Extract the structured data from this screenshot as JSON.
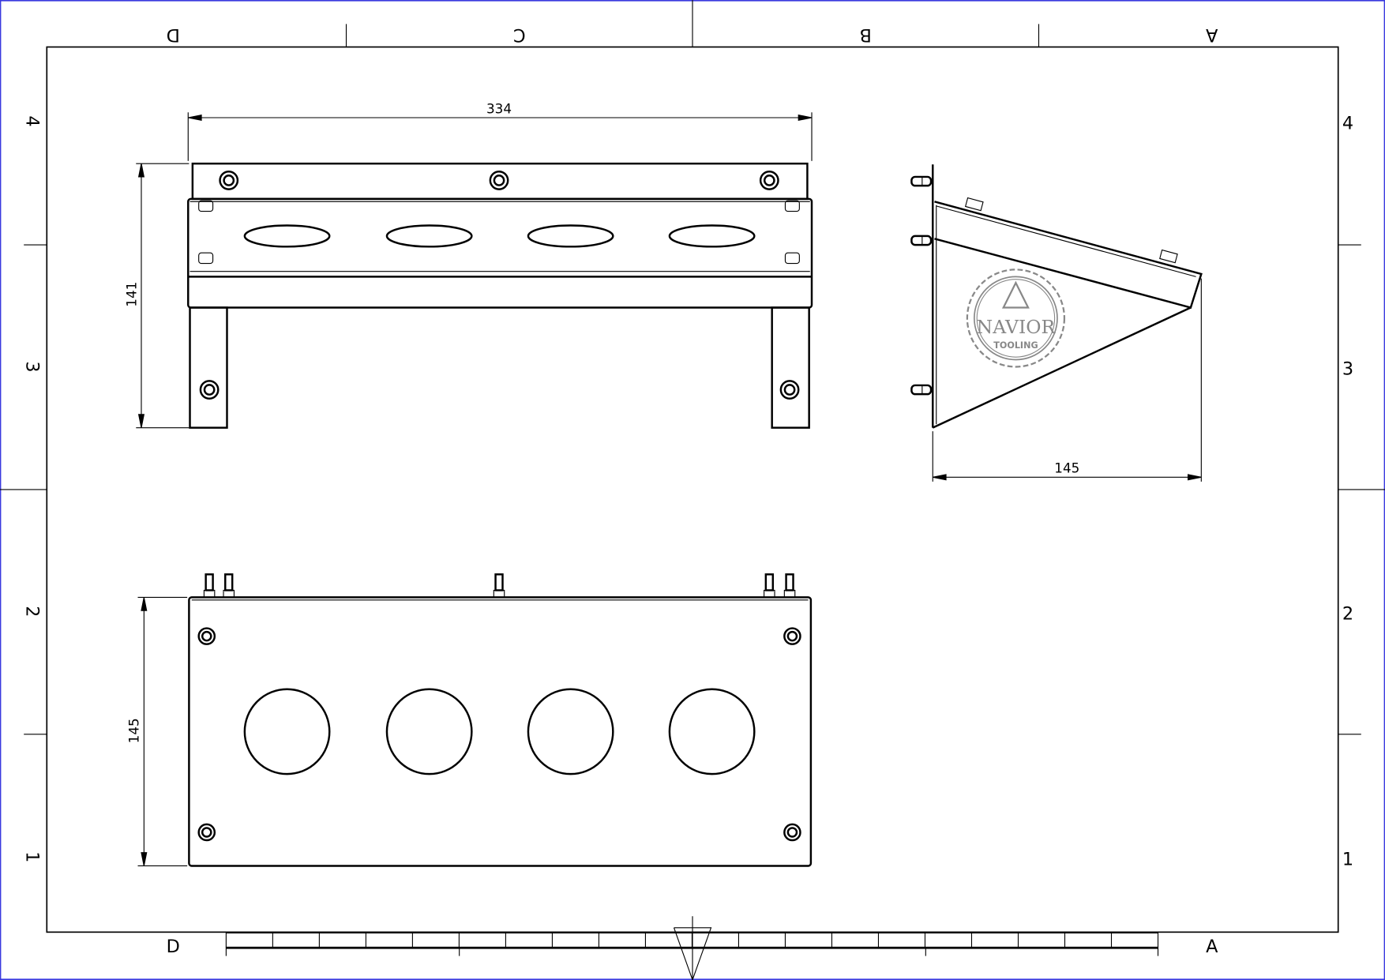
{
  "frame": {
    "border_color": "#3a3adf",
    "zones_top": [
      "D",
      "C",
      "B",
      "A"
    ],
    "zones_side": [
      "4",
      "3",
      "2",
      "1"
    ],
    "scale_left_label": "D",
    "scale_right_label": "A"
  },
  "front_view": {
    "width_dim": "334",
    "height_dim": "141"
  },
  "side_view": {
    "depth_dim": "145",
    "logo": {
      "name": "NAVIOR",
      "subtitle": "TOOLING"
    }
  },
  "top_view": {
    "height_dim": "145"
  }
}
